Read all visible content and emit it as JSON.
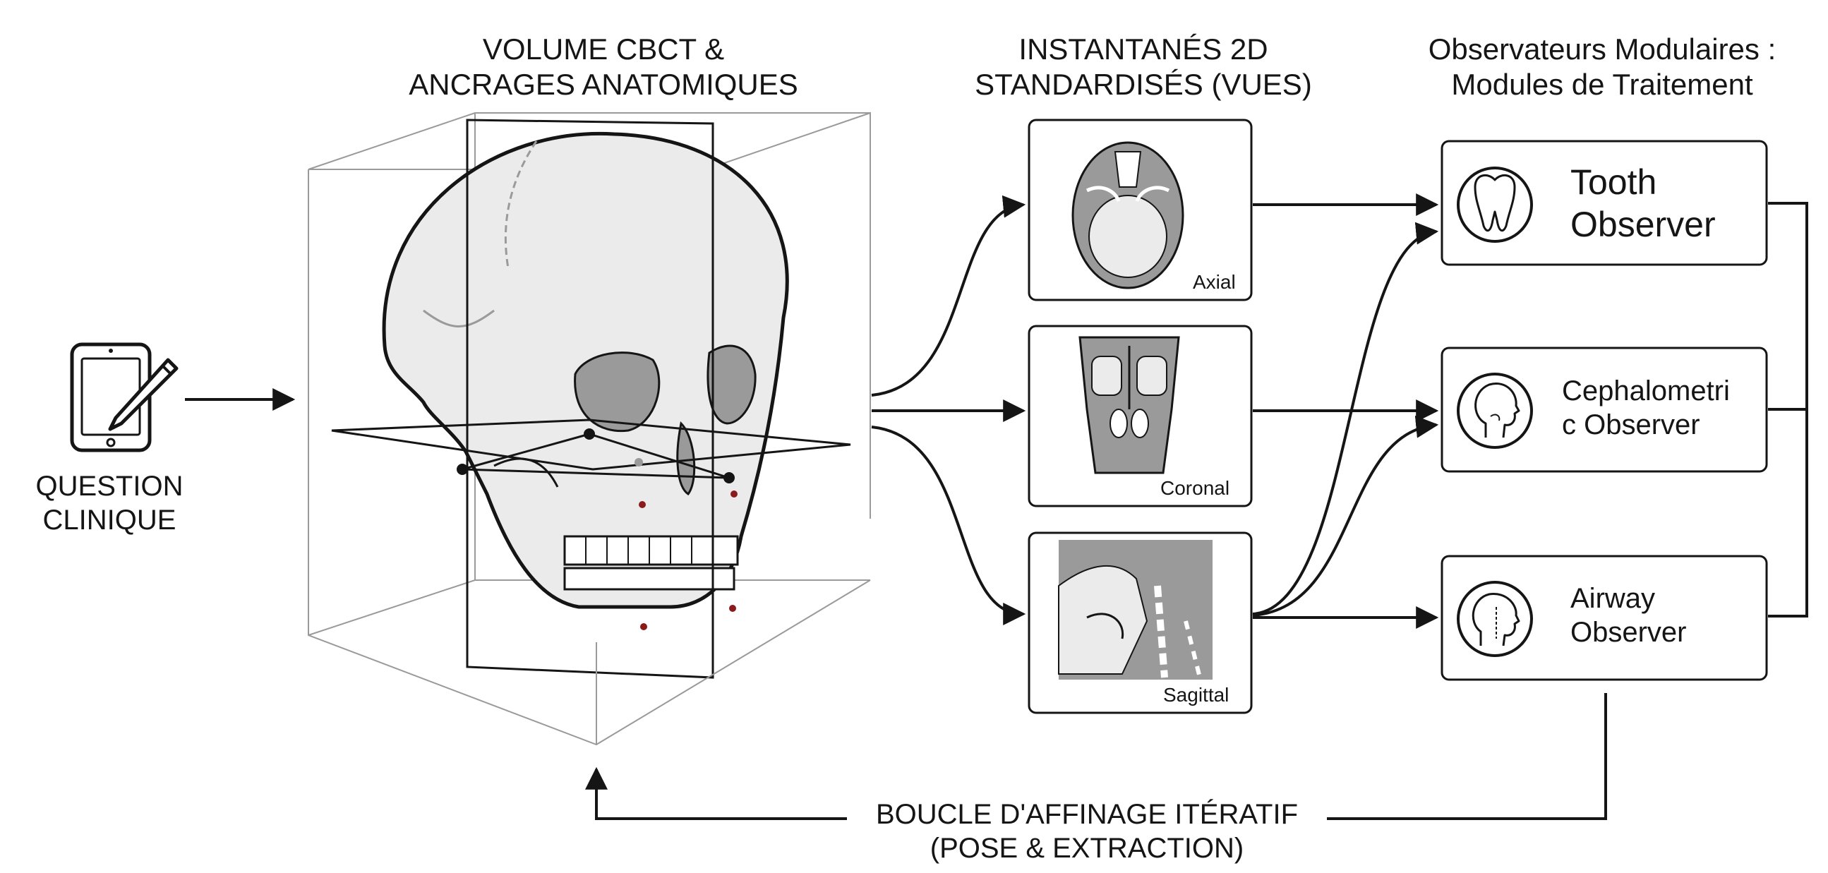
{
  "input": {
    "label_line1": "QUESTION",
    "label_line2": "CLINIQUE",
    "icon": "tablet-pencil-icon"
  },
  "volume": {
    "title_line1": "VOLUME CBCT &",
    "title_line2": "ANCRAGES ANATOMIQUES",
    "icon": "skull-icon"
  },
  "snapshots": {
    "title_line1": "INSTANTANÉS 2D",
    "title_line2": "STANDARDISÉS (VUES)",
    "views": [
      {
        "label": "Axial",
        "icon": "axial-slice-icon"
      },
      {
        "label": "Coronal",
        "icon": "coronal-slice-icon"
      },
      {
        "label": "Sagittal",
        "icon": "sagittal-slice-icon"
      }
    ]
  },
  "observers": {
    "title_line1": "Observateurs Modulaires :",
    "title_line2": "Modules de Traitement",
    "items": [
      {
        "line1": "Tooth",
        "line2": "Observer",
        "icon": "tooth-icon"
      },
      {
        "line1": "Cephalometri",
        "line2": "c Observer",
        "icon": "head-profile-icon"
      },
      {
        "line1": "Airway",
        "line2": "Observer",
        "icon": "airway-head-icon"
      }
    ]
  },
  "loop": {
    "line1": "BOUCLE D'AFFINAGE ITÉRATIF",
    "line2": "(POSE & EXTRACTION)"
  },
  "colors": {
    "stroke": "#151515",
    "bone": "#ebebeb",
    "dark_bone": "#9a9a9a",
    "landmark": "#8b1a1a"
  }
}
